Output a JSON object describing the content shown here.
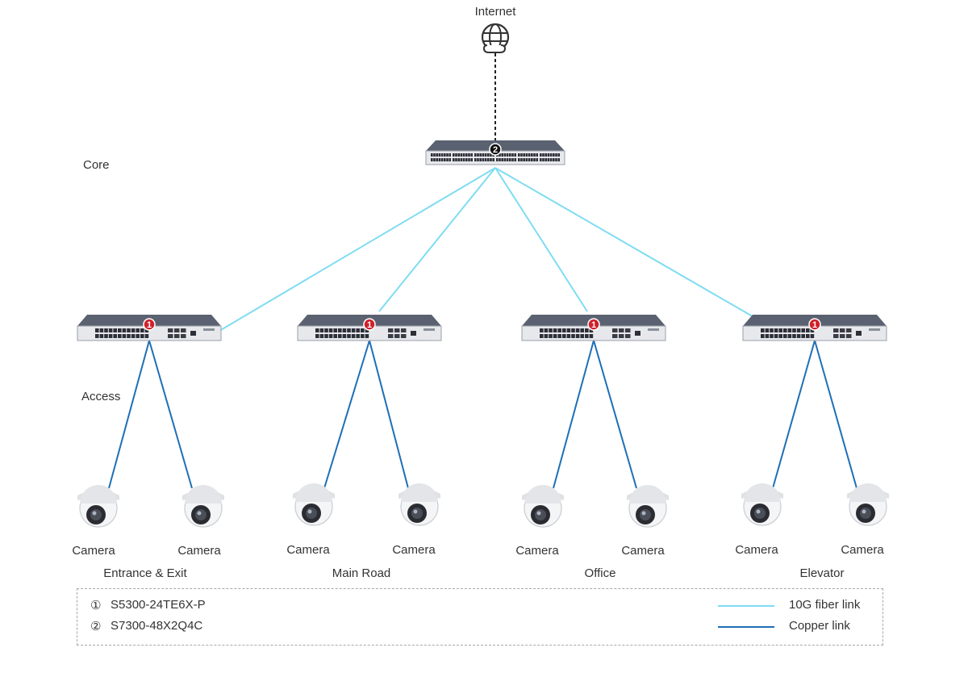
{
  "title_internet": "Internet",
  "layers": {
    "core": "Core",
    "access": "Access"
  },
  "colors": {
    "fiber": "#7fdcf2",
    "copper": "#1e6fb5",
    "marker": "#d0202a",
    "switch_top": "#5a6170"
  },
  "core_switch": {
    "marker": "2"
  },
  "access_switches": [
    {
      "marker": "1",
      "site": "Entrance & Exit",
      "cameras": [
        "Camera",
        "Camera"
      ]
    },
    {
      "marker": "1",
      "site": "Main Road",
      "cameras": [
        "Camera",
        "Camera"
      ]
    },
    {
      "marker": "1",
      "site": "Office",
      "cameras": [
        "Camera",
        "Camera"
      ]
    },
    {
      "marker": "1",
      "site": "Elevator",
      "cameras": [
        "Camera",
        "Camera"
      ]
    }
  ],
  "legend": {
    "models": [
      {
        "marker": "①",
        "name": "S5300-24TE6X-P"
      },
      {
        "marker": "②",
        "name": "S7300-48X2Q4C"
      }
    ],
    "links": [
      {
        "name": "10G fiber link",
        "color": "#7fdcf2"
      },
      {
        "name": "Copper link",
        "color": "#1e6fb5"
      }
    ]
  },
  "icons": {
    "internet": "globe-cloud-icon",
    "camera": "dome-camera-icon",
    "switch": "network-switch-icon"
  }
}
